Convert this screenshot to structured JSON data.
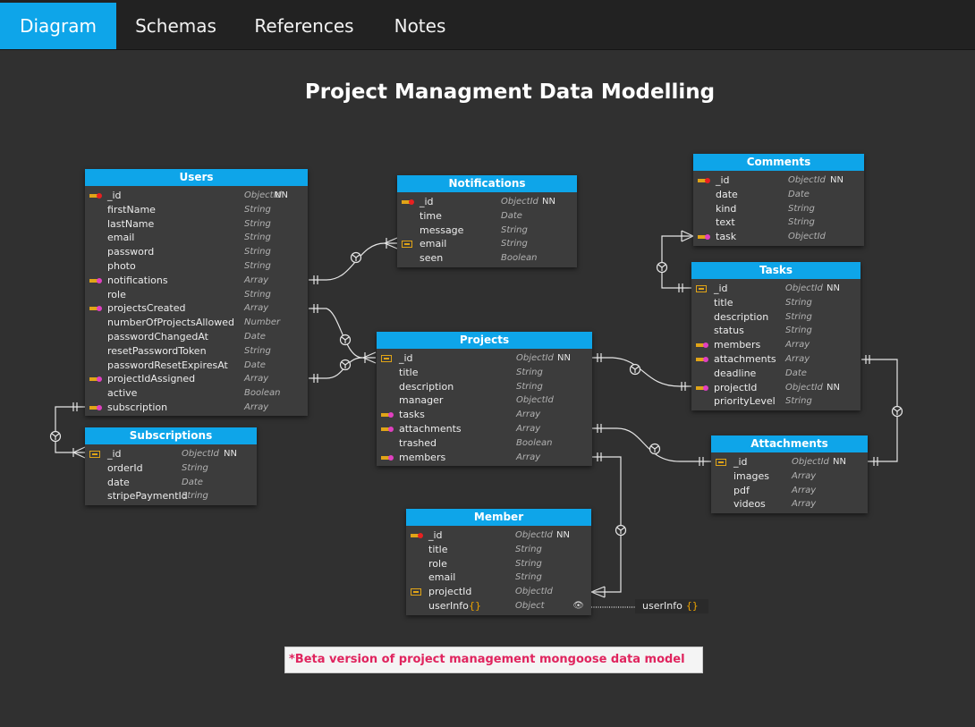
{
  "tabs": [
    {
      "label": "Diagram"
    },
    {
      "label": "Schemas"
    },
    {
      "label": "References"
    },
    {
      "label": "Notes"
    }
  ],
  "diagram_title": "Project Managment Data Modelling",
  "entities": {
    "users": {
      "title": "Users",
      "fields": [
        {
          "name": "_id",
          "type": "ObjectId",
          "nn": "NN",
          "icon": "primary-key-icon"
        },
        {
          "name": "firstName",
          "type": "String"
        },
        {
          "name": "lastName",
          "type": "String"
        },
        {
          "name": "email",
          "type": "String"
        },
        {
          "name": "password",
          "type": "String"
        },
        {
          "name": "photo",
          "type": "String"
        },
        {
          "name": "notifications",
          "type": "Array",
          "icon": "foreign-key-icon"
        },
        {
          "name": "role",
          "type": "String"
        },
        {
          "name": "projectsCreated",
          "type": "Array",
          "icon": "foreign-key-icon"
        },
        {
          "name": "numberOfProjectsAllowed",
          "type": "Number"
        },
        {
          "name": "passwordChangedAt",
          "type": "Date"
        },
        {
          "name": "resetPasswordToken",
          "type": "String"
        },
        {
          "name": "passwordResetExpiresAt",
          "type": "Date"
        },
        {
          "name": "projectIdAssigned",
          "type": "Array",
          "icon": "foreign-key-icon"
        },
        {
          "name": "active",
          "type": "Boolean"
        },
        {
          "name": "subscription",
          "type": "Array",
          "icon": "foreign-key-icon"
        }
      ]
    },
    "notifications": {
      "title": "Notifications",
      "fields": [
        {
          "name": "_id",
          "type": "ObjectId",
          "nn": "NN",
          "icon": "primary-key-icon"
        },
        {
          "name": "time",
          "type": "Date"
        },
        {
          "name": "message",
          "type": "String"
        },
        {
          "name": "email",
          "type": "String",
          "icon": "index-key-icon"
        },
        {
          "name": "seen",
          "type": "Boolean"
        }
      ]
    },
    "comments": {
      "title": "Comments",
      "fields": [
        {
          "name": "_id",
          "type": "ObjectId",
          "nn": "NN",
          "icon": "primary-key-icon"
        },
        {
          "name": "date",
          "type": "Date"
        },
        {
          "name": "kind",
          "type": "String"
        },
        {
          "name": "text",
          "type": "String"
        },
        {
          "name": "task",
          "type": "ObjectId",
          "icon": "foreign-key-icon"
        }
      ]
    },
    "tasks": {
      "title": "Tasks",
      "fields": [
        {
          "name": "_id",
          "type": "ObjectId",
          "nn": "NN",
          "icon": "index-key-icon"
        },
        {
          "name": "title",
          "type": "String"
        },
        {
          "name": "description",
          "type": "String"
        },
        {
          "name": "status",
          "type": "String"
        },
        {
          "name": "members",
          "type": "Array",
          "icon": "foreign-key-icon"
        },
        {
          "name": "attachments",
          "type": "Array",
          "icon": "foreign-key-icon"
        },
        {
          "name": "deadline",
          "type": "Date"
        },
        {
          "name": "projectId",
          "type": "ObjectId",
          "nn": "NN",
          "icon": "foreign-key-icon"
        },
        {
          "name": "priorityLevel",
          "type": "String"
        }
      ]
    },
    "projects": {
      "title": "Projects",
      "fields": [
        {
          "name": "_id",
          "type": "ObjectId",
          "nn": "NN",
          "icon": "index-key-icon"
        },
        {
          "name": "title",
          "type": "String"
        },
        {
          "name": "description",
          "type": "String"
        },
        {
          "name": "manager",
          "type": "ObjectId"
        },
        {
          "name": "tasks",
          "type": "Array",
          "icon": "foreign-key-icon"
        },
        {
          "name": "attachments",
          "type": "Array",
          "icon": "foreign-key-icon"
        },
        {
          "name": "trashed",
          "type": "Boolean"
        },
        {
          "name": "members",
          "type": "Array",
          "icon": "foreign-key-icon"
        }
      ]
    },
    "subscriptions": {
      "title": "Subscriptions",
      "fields": [
        {
          "name": "_id",
          "type": "ObjectId",
          "nn": "NN",
          "icon": "index-key-icon"
        },
        {
          "name": "orderId",
          "type": "String"
        },
        {
          "name": "date",
          "type": "Date"
        },
        {
          "name": "stripePaymentId",
          "type": "String"
        }
      ]
    },
    "attachments": {
      "title": "Attachments",
      "fields": [
        {
          "name": "_id",
          "type": "ObjectId",
          "nn": "NN",
          "icon": "index-key-icon"
        },
        {
          "name": "images",
          "type": "Array"
        },
        {
          "name": "pdf",
          "type": "Array"
        },
        {
          "name": "videos",
          "type": "Array"
        }
      ]
    },
    "member": {
      "title": "Member",
      "fields": [
        {
          "name": "_id",
          "type": "ObjectId",
          "nn": "NN",
          "icon": "primary-key-icon"
        },
        {
          "name": "title",
          "type": "String"
        },
        {
          "name": "role",
          "type": "String"
        },
        {
          "name": "email",
          "type": "String"
        },
        {
          "name": "projectId",
          "type": "ObjectId",
          "icon": "index-key-icon"
        },
        {
          "name": "userInfo",
          "type": "Object",
          "braces": "{}",
          "eye": "👁"
        }
      ]
    }
  },
  "subdocument": {
    "name": "userInfo",
    "braces": "{}"
  },
  "note_text": "*Beta version of project management mongoose data model",
  "colors": {
    "background": "#303030",
    "tab_bar": "#222222",
    "accent": "#0ea5e9",
    "table_body": "#3c3c3c",
    "connector": "#e6e6e6",
    "note_text": "#e0245e"
  }
}
